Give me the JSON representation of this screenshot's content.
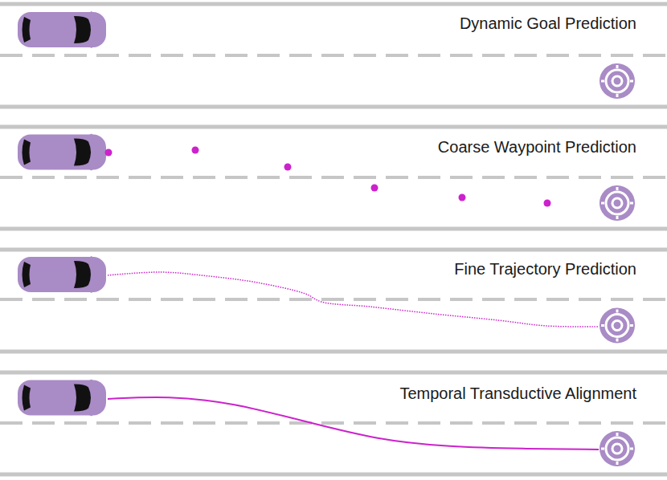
{
  "diagram": {
    "labels": [
      "Dynamic Goal Prediction",
      "Coarse Waypoint Prediction",
      "Fine Trajectory Prediction",
      "Temporal Transductive Alignment"
    ]
  }
}
